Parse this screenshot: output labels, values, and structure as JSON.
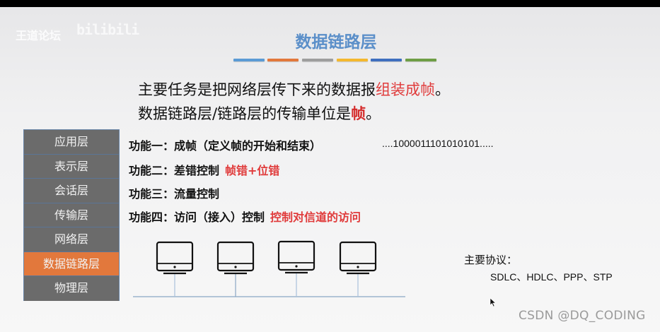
{
  "watermark": {
    "text": "王道论坛",
    "logo": "bilibili"
  },
  "slide": {
    "title": "数据链路层",
    "color_bars": [
      "#5b9bd5",
      "#e2783c",
      "#9e9e9e",
      "#f4b82e",
      "#3f6fbf",
      "#6e9e45"
    ],
    "intro": {
      "line1_prefix": "主要任务是把网络层传下来的数据报",
      "line1_highlight": "组装成帧",
      "line1_suffix": "。",
      "line2_prefix": "数据链路层/链路层的传输单位是",
      "line2_highlight": "帧",
      "line2_suffix": "。"
    },
    "layers": [
      {
        "label": "应用层",
        "active": false
      },
      {
        "label": "表示层",
        "active": false
      },
      {
        "label": "会话层",
        "active": false
      },
      {
        "label": "传输层",
        "active": false
      },
      {
        "label": "网络层",
        "active": false
      },
      {
        "label": "数据链路层",
        "active": true
      },
      {
        "label": "物理层",
        "active": false
      }
    ],
    "functions": [
      {
        "label": "功能一：成帧（定义帧的开始和结束）",
        "note": ""
      },
      {
        "label": "功能二：差错控制",
        "note": "帧错+位错"
      },
      {
        "label": "功能三：流量控制",
        "note": ""
      },
      {
        "label": "功能四：访问（接入）控制",
        "note": "控制对信道的访问"
      }
    ],
    "bit_stream": "....1000011101010101.....",
    "network": {
      "hosts": 4
    },
    "protocols": {
      "label": "主要协议：",
      "list": "SDLC、HDLC、PPP、STP"
    }
  },
  "footer": {
    "csdn": "CSDN @DQ_CODING"
  }
}
